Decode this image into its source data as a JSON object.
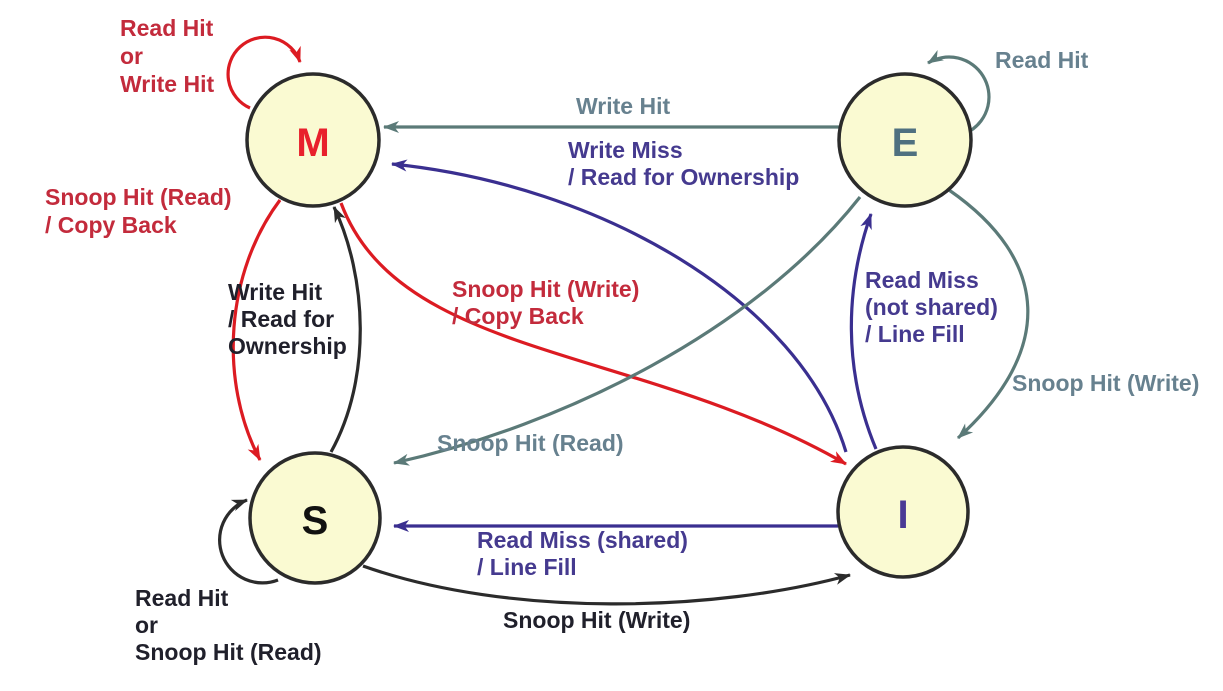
{
  "palette": {
    "state_fill": "#FAFAD2",
    "state_border": "#2B2B2B",
    "arrow_red": "#DC1B22",
    "text_crimson": "#C32B3C",
    "arrow_gray": "#5B7A78",
    "text_gray": "#67818F",
    "arrow_purple": "#3A2F90",
    "text_purple": "#453A8F",
    "arrow_black": "#2B2B2B",
    "text_black": "#20202B"
  },
  "states": [
    {
      "id": "M",
      "label": "M",
      "label_color": "#E8202C"
    },
    {
      "id": "E",
      "label": "E",
      "label_color": "#4F7080"
    },
    {
      "id": "S",
      "label": "S",
      "label_color": "#111111"
    },
    {
      "id": "I",
      "label": "I",
      "label_color": "#4A3A95"
    }
  ],
  "transitions": [
    {
      "from": "M",
      "to": "M",
      "event": "Read Hit or Write Hit",
      "lines": [
        "Read Hit",
        "or",
        "Write Hit"
      ],
      "color": "red"
    },
    {
      "from": "E",
      "to": "E",
      "event": "Read Hit",
      "lines": [
        "Read Hit"
      ],
      "color": "gray"
    },
    {
      "from": "E",
      "to": "M",
      "event": "Write Hit",
      "lines": [
        "Write Hit"
      ],
      "color": "gray"
    },
    {
      "from": "I",
      "to": "M",
      "event": "Write Miss / Read for Ownership",
      "lines": [
        "Write Miss",
        "/ Read for Ownership"
      ],
      "color": "purple"
    },
    {
      "from": "M",
      "to": "S",
      "event": "Snoop Hit (Read) / Copy Back",
      "lines": [
        "Snoop Hit (Read)",
        "/ Copy Back"
      ],
      "color": "red"
    },
    {
      "from": "S",
      "to": "M",
      "event": "Write Hit / Read for Ownership",
      "lines": [
        "Write Hit",
        "/ Read for",
        "Ownership"
      ],
      "color": "black"
    },
    {
      "from": "M",
      "to": "I",
      "event": "Snoop Hit (Write) / Copy Back",
      "lines": [
        "Snoop Hit (Write)",
        "/ Copy Back"
      ],
      "color": "red"
    },
    {
      "from": "I",
      "to": "E",
      "event": "Read Miss (not shared) / Line Fill",
      "lines": [
        "Read Miss",
        "(not shared)",
        "/ Line Fill"
      ],
      "color": "purple"
    },
    {
      "from": "E",
      "to": "I",
      "event": "Snoop Hit (Write)",
      "lines": [
        "Snoop Hit (Write)"
      ],
      "color": "gray"
    },
    {
      "from": "E",
      "to": "S",
      "event": "Snoop Hit (Read)",
      "lines": [
        "Snoop Hit (Read)"
      ],
      "color": "gray"
    },
    {
      "from": "I",
      "to": "S",
      "event": "Read Miss (shared) / Line Fill",
      "lines": [
        "Read Miss (shared)",
        "/ Line Fill"
      ],
      "color": "purple"
    },
    {
      "from": "S",
      "to": "I",
      "event": "Snoop Hit (Write)",
      "lines": [
        "Snoop Hit (Write)"
      ],
      "color": "black"
    },
    {
      "from": "S",
      "to": "S",
      "event": "Read Hit or Snoop Hit (Read)",
      "lines": [
        "Read Hit",
        "or",
        "Snoop Hit (Read)"
      ],
      "color": "black"
    }
  ]
}
